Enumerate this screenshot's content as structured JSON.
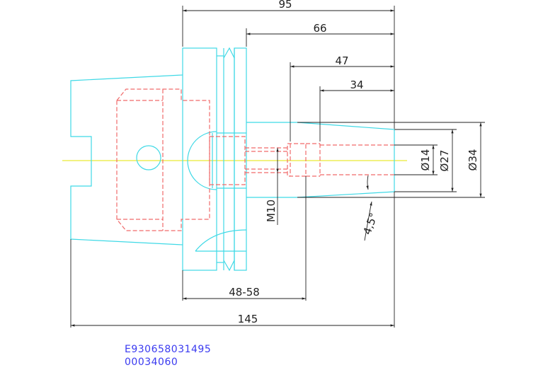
{
  "dimensions": {
    "overall_length": "95",
    "length_66": "66",
    "length_47": "47",
    "length_34": "34",
    "range_48_58": "48-58",
    "total_145": "145",
    "dia_14": "Ø14",
    "dia_27": "Ø27",
    "dia_34": "Ø34",
    "thread": "M10",
    "taper_angle": "4,5°"
  },
  "codes": {
    "part_number": "E930658031495",
    "secondary_number": "00034060"
  },
  "colors": {
    "body_outline": "#3fd9e6",
    "hidden_lines": "#f06a6a",
    "center_line": "#e6e600",
    "dimension_lines": "#222222",
    "code_text": "#3a3af0"
  }
}
